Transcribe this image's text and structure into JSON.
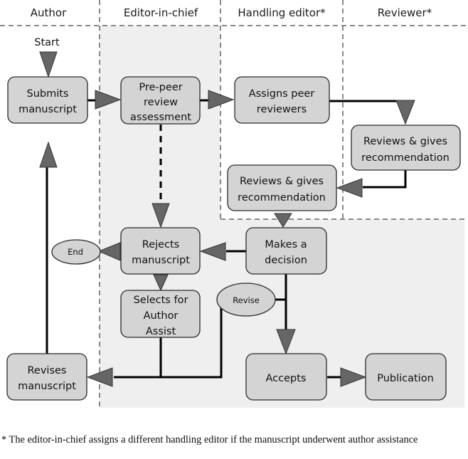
{
  "lanes": [
    {
      "id": "author",
      "label": "Author"
    },
    {
      "id": "editor_in_chief",
      "label": "Editor-in-chief"
    },
    {
      "id": "handling_editor",
      "label": "Handling editor*"
    },
    {
      "id": "reviewer",
      "label": "Reviewer*"
    }
  ],
  "start_label": "Start",
  "nodes": {
    "submits": [
      "Submits",
      "manuscript"
    ],
    "pre_peer": [
      "Pre-peer",
      "review",
      "assessment"
    ],
    "assigns": [
      "Assigns peer",
      "reviewers"
    ],
    "reviewer_reviews": [
      "Reviews & gives",
      "recommendation"
    ],
    "handling_reviews": [
      "Reviews & gives",
      "recommendation"
    ],
    "rejects": [
      "Rejects",
      "manuscript"
    ],
    "decision": [
      "Makes a",
      "decision"
    ],
    "selects": [
      "Selects for",
      "Author",
      "Assist"
    ],
    "revises": [
      "Revises",
      "manuscript"
    ],
    "accepts": [
      "Accepts"
    ],
    "publication": [
      "Publication"
    ]
  },
  "terminals": {
    "end": "End",
    "revise": "Revise"
  },
  "footnote": "* The editor-in-chief assigns a different handling editor if the manuscript underwent author assistance"
}
